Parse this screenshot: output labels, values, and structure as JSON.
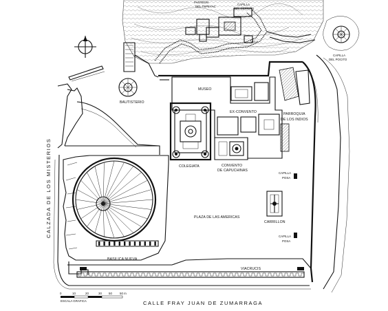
{
  "labels": {
    "panteon": "PANTEON",
    "del_tepeyac": "DEL TEPEYAC",
    "capilla_cerrito_1": "CAPILLA",
    "capilla_cerrito_2": "DEL CERRITO",
    "vela": "VELA",
    "capilla_pocito_1": "CAPILLA",
    "capilla_pocito_2": "DEL POCITO",
    "bautisterio": "BAUTISTERIO",
    "museo": "MUSEO",
    "ex_convento": "EX-CONVENTO",
    "parroquia_1": "PARROQUIA",
    "parroquia_2": "DE LOS INDIOS",
    "colegiata": "COLEGIATA",
    "convento_1": "CONVENTO",
    "convento_2": "DE CAPUCHINAS",
    "capilla_posa_top_1": "CAPILLA",
    "capilla_posa_top_2": "POSA",
    "plaza": "PLAZA DE LAS AMERICAS",
    "carrillon": "CARRILLON",
    "capilla_posa_bottom_1": "CAPILLA",
    "capilla_posa_bottom_2": "POSA",
    "basilica": "BASILICA NUEVA",
    "viacrucis": "VIACRUCIS"
  },
  "streets": {
    "west": "CALZADA DE LOS MISTERIOS",
    "south": "CALLE FRAY JUAN DE ZUMARRAGA"
  },
  "scale": {
    "ticks": [
      "0",
      "10",
      "20",
      "30",
      "50",
      "50 m"
    ],
    "caption": "ESCALA GRAFICA"
  },
  "icons": {
    "north": "north-arrow-icon"
  }
}
